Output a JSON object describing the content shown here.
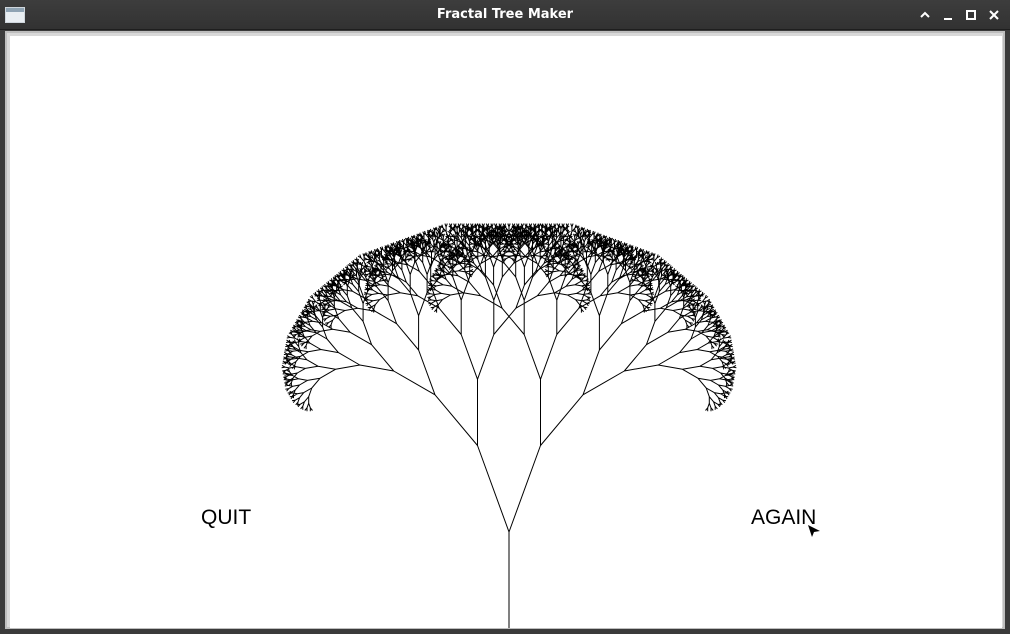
{
  "window": {
    "title": "Fractal Tree Maker",
    "icon": "window-icon"
  },
  "controls": {
    "shade_icon": "chevron-up-icon",
    "minimize_icon": "minimize-icon",
    "maximize_icon": "maximize-icon",
    "close_icon": "close-icon"
  },
  "canvas": {
    "tree": {
      "depth": 11,
      "branch_angle_deg": 20,
      "length_ratio": 0.72,
      "color": "#000000"
    },
    "quit_label": "QUIT",
    "again_label": "AGAIN"
  }
}
